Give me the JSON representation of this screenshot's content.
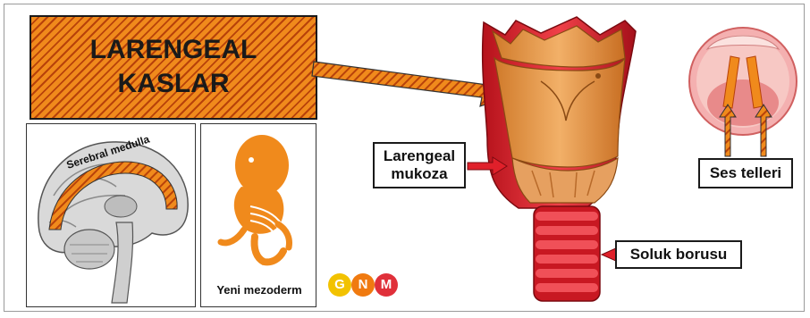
{
  "title": {
    "line1": "LARENGEAL",
    "line2": "KASLAR"
  },
  "labels": {
    "serebral": "Serebral medulla",
    "mezoderm": "Yeni mezoderm",
    "mukoza": "Larengeal\nmukoza",
    "soluk": "Soluk borusu",
    "ses": "Ses telleri"
  },
  "logo": {
    "letters": [
      "G",
      "N",
      "M"
    ]
  },
  "colors": {
    "accent": "#f08a1c",
    "accent_dark": "#b8420a",
    "arrow_red": "#e0202a",
    "logo_g": "#f2c200",
    "logo_n": "#f07a10",
    "logo_m": "#e0303a"
  }
}
